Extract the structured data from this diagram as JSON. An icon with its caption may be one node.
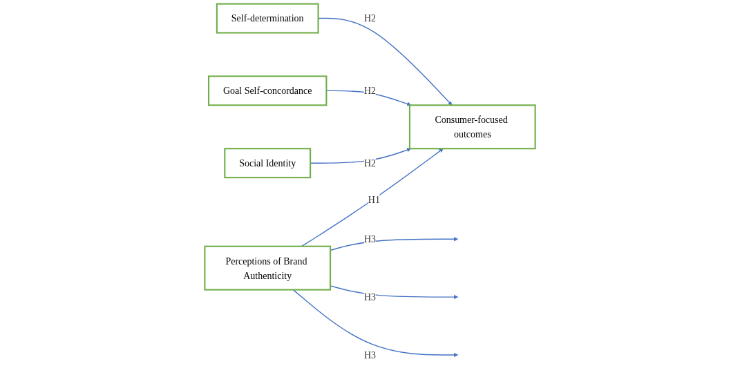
{
  "diagram": {
    "nodes": [
      {
        "text": [
          "Perceptions of Brand Authenticity"
        ]
      },
      {
        "text": [
          "Self-determination"
        ]
      },
      {
        "text": [
          "Goal Self-concordance"
        ]
      },
      {
        "text": [
          "Social Identity"
        ]
      },
      {
        "text": [
          "Consumer-focused outcomes"
        ]
      }
    ],
    "edges": [
      {
        "from": 0,
        "to": 4,
        "arrow": "to",
        "label": "H1"
      },
      {
        "from": 1,
        "to": 4,
        "arrow": "to",
        "label": "H2"
      },
      {
        "from": 2,
        "to": 4,
        "arrow": "to",
        "label": "H2"
      },
      {
        "from": 3,
        "to": 4,
        "arrow": "to",
        "label": "H2"
      },
      {
        "from": 0,
        "to": null,
        "arrow": "to",
        "label": "H3"
      },
      {
        "from": 0,
        "to": null,
        "arrow": "to",
        "label": "H3"
      },
      {
        "from": 0,
        "to": null,
        "arrow": "to",
        "label": "H3"
      }
    ]
  }
}
